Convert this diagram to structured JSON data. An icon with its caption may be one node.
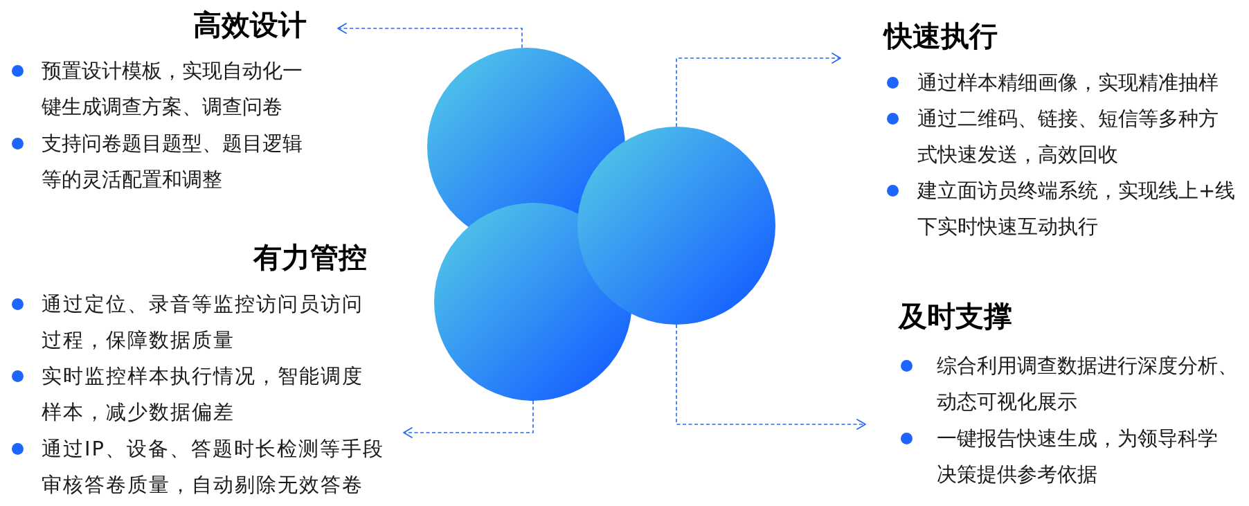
{
  "diagram": {
    "nodes": [
      {
        "text": [
          "高效设计",
          "预置设计模板，实现自动化一键生成调查方案、调查问卷",
          "支持问卷题目题型、题目逻辑等的灵活配置和调整"
        ]
      },
      {
        "text": [
          "快速执行",
          "通过样本精细画像，实现精准抽样",
          "通过二维码、链接、短信等多种方式快速发送，高效回收",
          "建立面访员终端系统，实现线上+线下实时快速互动执行"
        ]
      },
      {
        "text": [
          "有力管控",
          "通过定位、录音等监控访问员访问过程，保障数据质量",
          "实时监控样本执行情况，智能调度样本，减少数据偏差",
          "通过IP、设备、答题时长检测等手段审核答卷质量，自动剔除无效答卷"
        ]
      },
      {
        "text": [
          "及时支撑",
          "综合利用调查数据进行深度分析、动态可视化展示",
          "一键报告快速生成，为领导科学决策提供参考依据"
        ]
      },
      {
        "text": [],
        "shape": "circle"
      },
      {
        "text": [],
        "shape": "circle"
      },
      {
        "text": [],
        "shape": "circle"
      }
    ],
    "edges": [
      {
        "from": 4,
        "to": 0,
        "arrow": "to",
        "style": "dashed"
      },
      {
        "from": 6,
        "to": 1,
        "arrow": "to",
        "style": "dashed"
      },
      {
        "from": 5,
        "to": 2,
        "arrow": "to",
        "style": "dashed"
      },
      {
        "from": 6,
        "to": 3,
        "arrow": "to",
        "style": "dashed"
      }
    ]
  }
}
